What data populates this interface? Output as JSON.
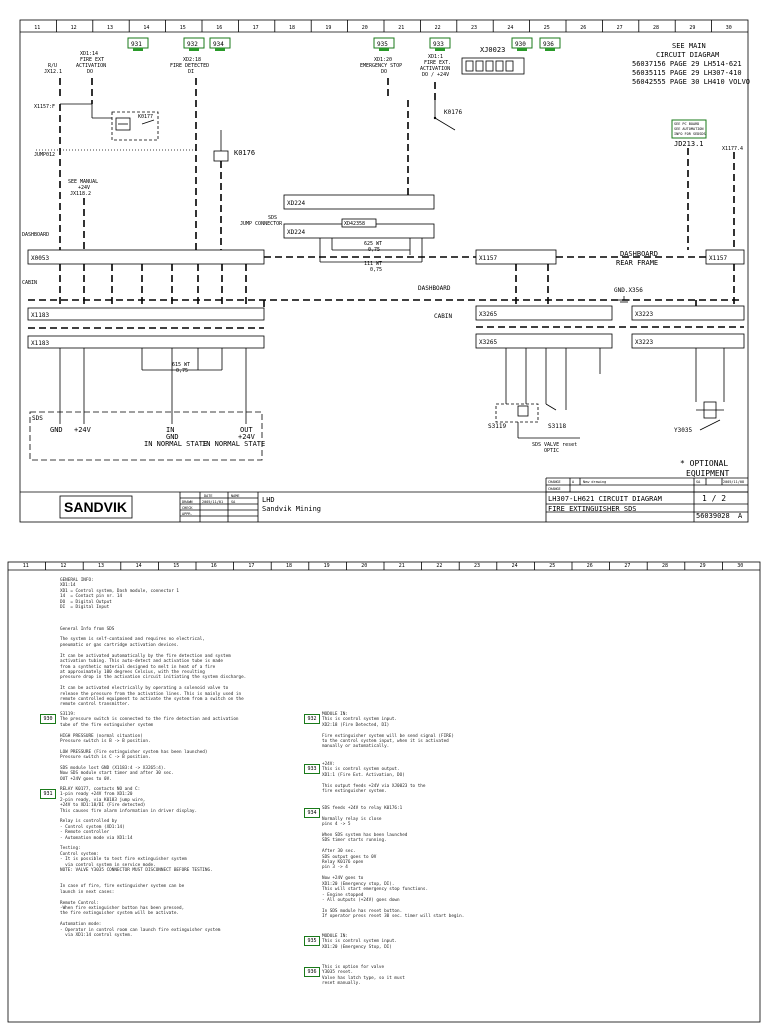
{
  "sheet1": {
    "columns": [
      "11",
      "12",
      "13",
      "14",
      "15",
      "16",
      "17",
      "18",
      "19",
      "20",
      "21",
      "22",
      "23",
      "24",
      "25",
      "26",
      "27",
      "28",
      "29",
      "30"
    ],
    "signal_tags": [
      "931",
      "932",
      "934",
      "935",
      "933",
      "930",
      "936"
    ],
    "left_labels": {
      "sig1": [
        "XD1:14",
        "FIRE EXT",
        "ACTIVATION",
        "DO"
      ],
      "sig1_left": [
        "R/U",
        "JX12.1"
      ],
      "sig2": [
        "XD2:18",
        "FIRE DETECTED",
        "DI"
      ],
      "sig3": [
        "XD1:20",
        "EMERGENCY STOP",
        "DO"
      ],
      "sig4": [
        "XD1:1",
        "FIRE EXT.",
        "ACTIVATION",
        "DO / +24V"
      ]
    },
    "see_main": [
      "SEE MAIN",
      "CIRCUIT DIAGRAM",
      "56037156 PAGE 29 LH514-621",
      "56035115 PAGE 29 LH307-410",
      "56042555 PAGE 30 LH410 VOLVO"
    ],
    "components": {
      "x1157f": "X1157:F",
      "k0177": "K0177",
      "jump": "JUMP012",
      "k0176": "K0176",
      "k0176b": "K0176",
      "xj0023": "XJ0023",
      "see_manual": [
        "SEE MANUAL",
        "+24V",
        "JX118.2"
      ],
      "xd224a": "XD224",
      "xd224b": "XD224",
      "sds_jump": [
        "SDS",
        "JUMP CONNECTOR"
      ],
      "xd_small": "XD42358",
      "wire1": [
        "625 WT",
        "0,75"
      ],
      "wire2": [
        "111 WT",
        "0,75"
      ],
      "jd213": "JD213.1",
      "green_box": [
        "SEE PC BOARD",
        "SEE AUTOMATION",
        "INFO FOR SEDSDS"
      ],
      "x1177": "X1177.4",
      "x0053": "X0053",
      "x1157a": "X1157",
      "x1157b": "X1157",
      "dashboard_left": "DASHBOARD",
      "cabin_left": "CABIN",
      "dashboard_mid": "DASHBOARD",
      "cabin_mid": "CABIN",
      "dashboard_right": "DASHBOARD",
      "rear_frame": "REAR FRAME",
      "gnd_x356": "GND.X356",
      "x1183a": "X1183",
      "x1183b": "X1183",
      "x3265a": "X3265",
      "x3265b": "X3265",
      "x3223a": "X3223",
      "x3223b": "X3223",
      "wire3": [
        "615 WT",
        "0,75"
      ],
      "sds": "SDS",
      "gnd": "GND",
      "p24v": "+24V",
      "in_label": "IN",
      "in_gnd": "GND",
      "in_normal": "IN NORMAL STATE",
      "out_label": "OUT",
      "out_24v": "+24V",
      "out_normal": "IN NORMAL STATE",
      "s3119": "S3119",
      "s3118": "S3118",
      "sds_valve": [
        "SDS VALVE reset",
        "OPTIC"
      ],
      "y3035": "Y3035",
      "optional": [
        "* OPTIONAL",
        "EQUIPMENT"
      ]
    },
    "title_block": {
      "logo": "SANDVIK",
      "row_labels": [
        "DRAWN",
        "CHECK",
        "APPR."
      ],
      "col_labels": [
        "DATE",
        "NAME"
      ],
      "drawn_date": "2005/11/01",
      "drawn_name": "SA",
      "product": "LHD",
      "company": "Sandvik Mining",
      "change_labels": [
        "CHANGE",
        "CHANGE",
        "CHANGE"
      ],
      "change_1": "A",
      "change_1_desc": "New drawing",
      "change_1_by": "SA",
      "change_1_date": "2005/11/08",
      "title_line1": "LH307-LH621 CIRCUIT DIAGRAM",
      "title_line2": "FIRE EXTINGUISHER SDS",
      "page": "1 / 2",
      "doc_no": "56039028",
      "rev": "A"
    }
  },
  "sheet2": {
    "columns": [
      "11",
      "12",
      "13",
      "14",
      "15",
      "16",
      "17",
      "18",
      "19",
      "20",
      "21",
      "22",
      "23",
      "24",
      "25",
      "26",
      "27",
      "28",
      "29",
      "30"
    ],
    "general_info": "GENERAL INFO:\nXD1:14\nXD1 = Control system, Dash module, connector 1\n14  = Contact pin nr. 14\nDO  = Digital Output\nDI  = Digital Input\n\n\n\nGeneral Info from SDS\n\nThe system is self-contained and requires no electrical,\npneumatic or gas cartridge activation devices.\n\nIt can be activated automatically by the fire detection and system\nactivation tubing. This auto-detect and activation tube is made\nfrom a synthetic material designed to melt in heat of a fire\nat approximately 100 degrees Celsius, with the resulting\npressure drop in the activation circuit initiating the system discharge.\n\nIt can be activated electrically by operating a solenoid valve to\nrelease the pressure from the activation lines. This is mainly used in\nremote controlled equipment to activate the system from a switch on the\nremote control transmitter.",
    "left_notes": [
      {
        "tag": "930",
        "text": "S3119:\nThe pressure switch is connected to the fire detection and activation\ntube of the fire extinguisher system\n\nHIGH PRESSURE (normal situation)\nPressure switch is B -> B position.\n\nLOW PRESSURE (Fire extinguisher system has been launched)\nPressure switch is C -> B position.\n\nSDS module lost GND (X1183:4 -> X3265:4).\nNow SDS module start timer and after 30 sec.\nOUT +24V goes to 0V."
      },
      {
        "tag": "931",
        "text": "RELAY K0177, contacts NO and C:\n1-pin ready +24V from XD1:20\n2-pin ready, via K0183 jump wire,\n+24V to XD1:18/DI (Fire detected)\nThis causes fire alarm information in driver display.\n\nRelay is controlled by\n- Control system (XD1:14)\n- Remote controller\n- Automation mode via XD1:14\n\nTesting:\nControl system:\n- It is possible to test fire extinguisher system\n  via control system in service mode.\nNOTE: VALVE Y3035 CONNECTOR MUST DISCONNECT BEFORE TESTING.\n\n\nIn case of fire, fire extinguisher system can be\nlaunch in next cases:\n\nRemote Control:\n-When fire extinguisher button has been pressed,\nthe fire extinguisher system will be activate.\n\nAutomation mode:\n- Operator in control room can launch fire extinguisher system\n  via XD1:14 control system."
      }
    ],
    "right_notes": [
      {
        "tag": "932",
        "text": "MODULE IN:\nThis is control system input.\nXD2:18 (Fire Detected, DI)\n\nFire extinguisher system will be send signal (FIRE)\nto the control system input, when it is activated\nmanually or automatically."
      },
      {
        "tag": "933",
        "text": "+24V:\nThis is control system output.\nXD1:1 (Fire Ext. Activation, DO)\n\nThis output feeds +24V via XJ0023 to the\nfire extinguisher system."
      },
      {
        "tag": "934",
        "text": "SDS feeds +24V to relay K0176:1\n\nNormally relay is close\npins 4 -> 5\n\nWhen SDS system has been launched\nSDS timer starts running.\n\nAfter 30 sec.\nSDS output goes to 0V\nRelay K0176 open\npin 3 -> 4\n\nNow +24V goes to\nXD1:20 (Emergency stop, DI).\nThis will start emergency stop functions.\n- Engine stopped\n- All outputs (+24V) goes down\n\nIn SDS module has reset button.\nIf operator press reset 30 sec. timer will start begin."
      },
      {
        "tag": "935",
        "text": "MODULE IN:\nThis is control system input.\nXD1:20 (Emergency Stop, DI)"
      },
      {
        "tag": "936",
        "text": "This is option for valve\nY3035 reset.\nValve has latch type, so it must\nreset manually."
      }
    ]
  }
}
